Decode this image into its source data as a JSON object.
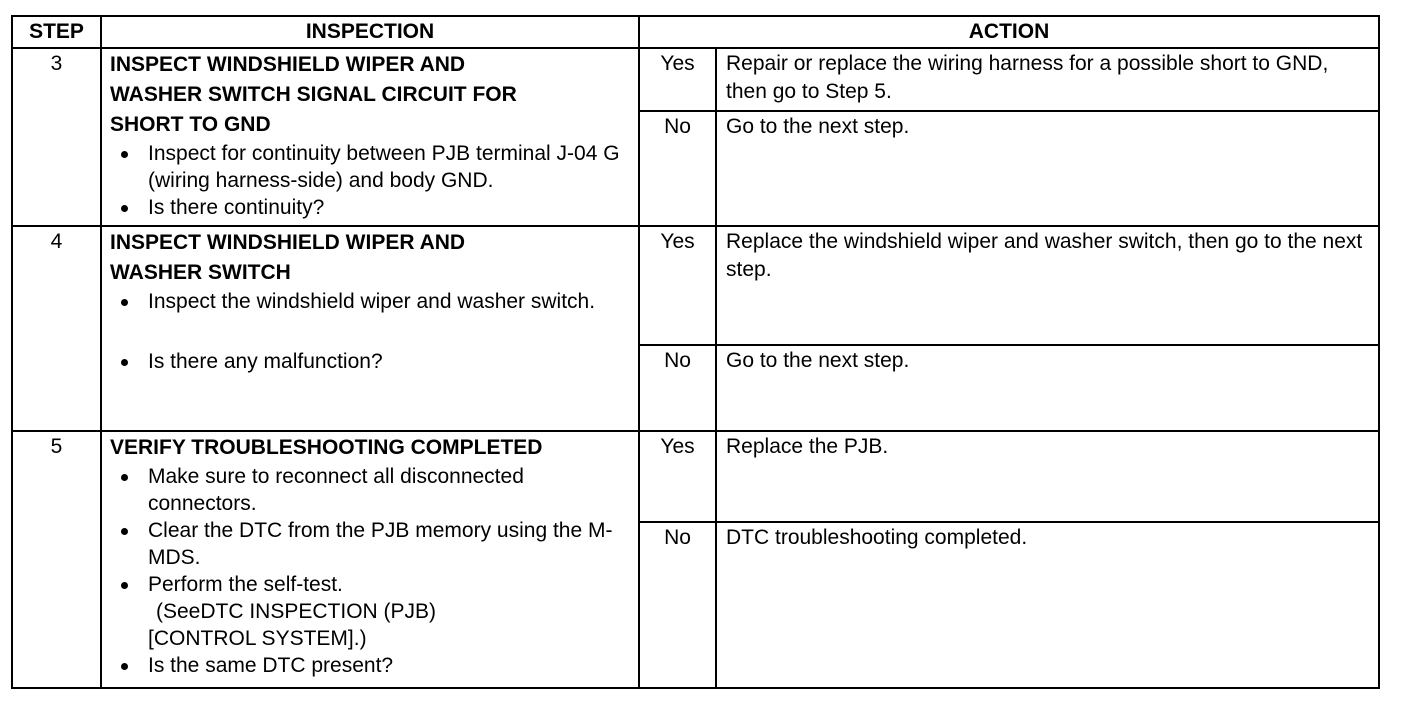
{
  "headers": {
    "step": "STEP",
    "inspection": "INSPECTION",
    "action": "ACTION"
  },
  "rows": [
    {
      "step": "3",
      "title_lines": [
        "INSPECT WINDSHIELD WIPER AND",
        "WASHER SWITCH SIGNAL CIRCUIT FOR",
        "SHORT TO GND"
      ],
      "bullets": [
        "Inspect for continuity between PJB terminal J-04 G (wiring harness-side) and body GND.",
        "Is there continuity?"
      ],
      "yes_label": "Yes",
      "yes_action": "Repair or replace the wiring harness for a possible short to GND, then go to Step 5.",
      "no_label": "No",
      "no_action": "Go to the next step."
    },
    {
      "step": "4",
      "title_lines": [
        "INSPECT WINDSHIELD WIPER AND",
        "WASHER SWITCH"
      ],
      "bullets": [
        "Inspect the windshield wiper and washer switch.",
        "Is there any malfunction?"
      ],
      "yes_label": "Yes",
      "yes_action": "Replace the windshield wiper and washer switch, then go to the next step.",
      "no_label": "No",
      "no_action": "Go to the next step."
    },
    {
      "step": "5",
      "title_lines": [
        "VERIFY TROUBLESHOOTING COMPLETED"
      ],
      "bullets": [
        "Make sure to reconnect all disconnected connectors.",
        "Clear the DTC from the PJB memory using the M-MDS.",
        "Perform the self-test.",
        "Is the same DTC present?"
      ],
      "reference": [
        "(SeeDTC INSPECTION (PJB)",
        "[CONTROL SYSTEM].)"
      ],
      "yes_label": "Yes",
      "yes_action": "Replace the PJB.",
      "no_label": "No",
      "no_action": "DTC troubleshooting completed."
    }
  ]
}
